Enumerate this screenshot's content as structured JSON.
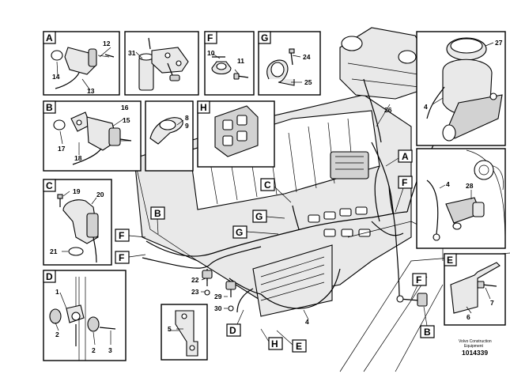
{
  "panels": {
    "A": "A",
    "B": "B",
    "C": "C",
    "D": "D",
    "E": "E",
    "F": "F",
    "G": "G",
    "H": "H"
  },
  "callouts": {
    "A": "A",
    "B": "B",
    "C": "C",
    "D": "D",
    "E": "E",
    "F": "F",
    "G": "G",
    "H": "H"
  },
  "numbers": {
    "n1": "1",
    "n2": "2",
    "n3": "3",
    "n4": "4",
    "n5": "5",
    "n6": "6",
    "n7": "7",
    "n8": "8",
    "n9": "9",
    "n10": "10",
    "n11": "11",
    "n12": "12",
    "n13": "13",
    "n14": "14",
    "n15": "15",
    "n16": "16",
    "n17": "17",
    "n18": "18",
    "n19": "19",
    "n20": "20",
    "n21": "21",
    "n22": "22",
    "n23": "23",
    "n24": "24",
    "n25": "25",
    "n26": "26",
    "n27": "27",
    "n28": "28",
    "n29": "29",
    "n30": "30",
    "n31": "31"
  },
  "footer": {
    "line1": "Volvo Construction",
    "line2": "Equipment",
    "id": "1014339"
  }
}
